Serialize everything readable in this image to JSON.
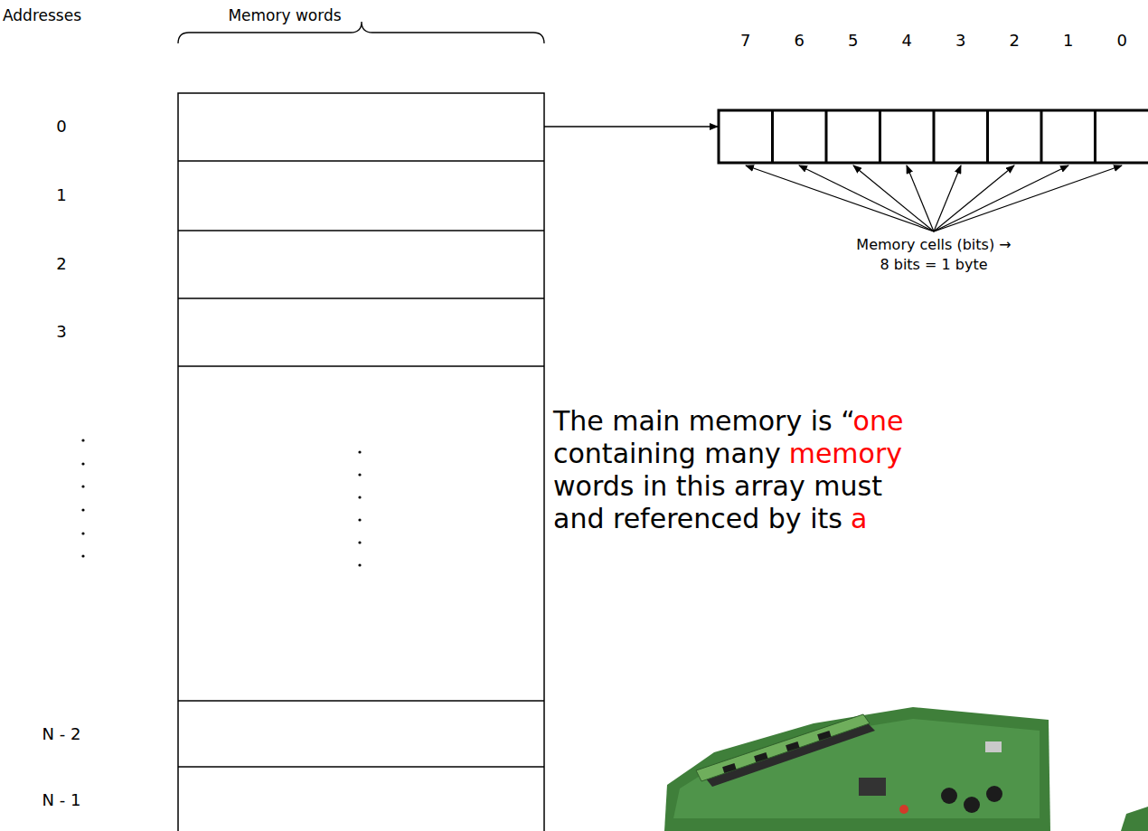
{
  "diagram": {
    "labels": [
      "Addresses",
      "Memory words",
      "0",
      "1",
      "2",
      "3",
      "N - 2",
      "N - 1",
      "7",
      "6",
      "5",
      "4",
      "3",
      "2",
      "1",
      "0",
      "Memory cells (bits) →",
      "8 bits = 1 byte",
      "The main memory is “",
      "one",
      "containing many",
      "memory",
      "words in this array must",
      "and referenced by its",
      "a"
    ]
  }
}
